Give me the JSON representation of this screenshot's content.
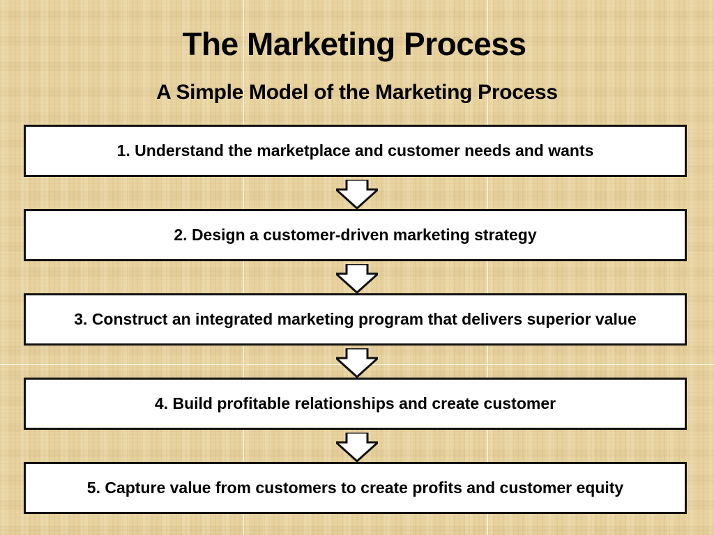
{
  "slide": {
    "title": "The Marketing Process",
    "subtitle": "A Simple Model of the Marketing Process",
    "background": "papyrus-texture",
    "box_fill": "#ffffff",
    "box_border": "#111111",
    "steps": [
      {
        "label": "1. Understand the marketplace and customer needs and wants"
      },
      {
        "label": "2. Design a customer-driven marketing strategy"
      },
      {
        "label": "3. Construct an integrated marketing program that delivers superior value"
      },
      {
        "label": "4. Build profitable relationships and create customer"
      },
      {
        "label": "5. Capture value from customers to create profits and customer equity"
      }
    ],
    "connectors": [
      {
        "icon": "down-arrow-icon",
        "from": 1,
        "to": 2
      },
      {
        "icon": "down-arrow-icon",
        "from": 2,
        "to": 3
      },
      {
        "icon": "down-arrow-icon",
        "from": 3,
        "to": 4
      },
      {
        "icon": "down-arrow-icon",
        "from": 4,
        "to": 5
      }
    ]
  }
}
